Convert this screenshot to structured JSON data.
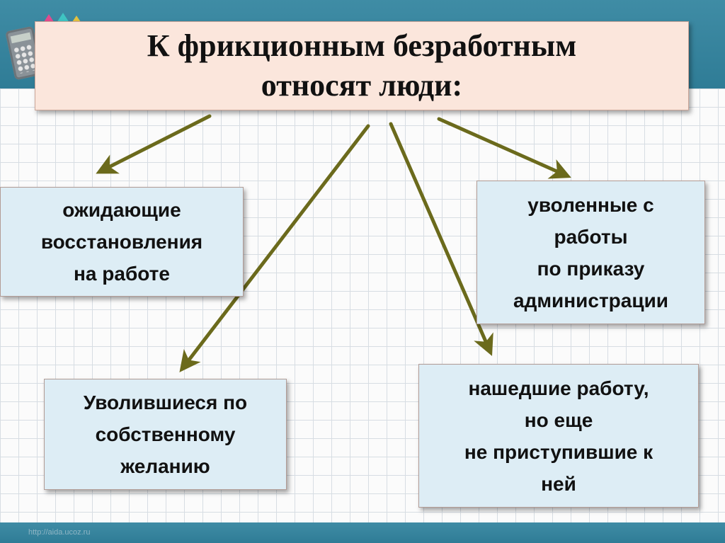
{
  "title": "К фрикционным безработным\nотносят люди:",
  "boxes": {
    "top_left": "ожидающие\nвосстановления\nна работе",
    "top_right": "уволенные с\nработы\nпо приказу\nадминистрации",
    "bottom_left": "Уволившиеся по\nсобственному\nжеланию",
    "bottom_right": "нашедшие работу,\nно еще\nне приступившие к\nней"
  },
  "footer_url": "http://aida.ucoz.ru",
  "colors": {
    "arrow": "#6b6a1c",
    "title_bg": "#fbe6dc",
    "box_bg": "#ddedf5",
    "band": "#2f7c96"
  },
  "icons": [
    "calculator-icon",
    "gem-icons"
  ]
}
